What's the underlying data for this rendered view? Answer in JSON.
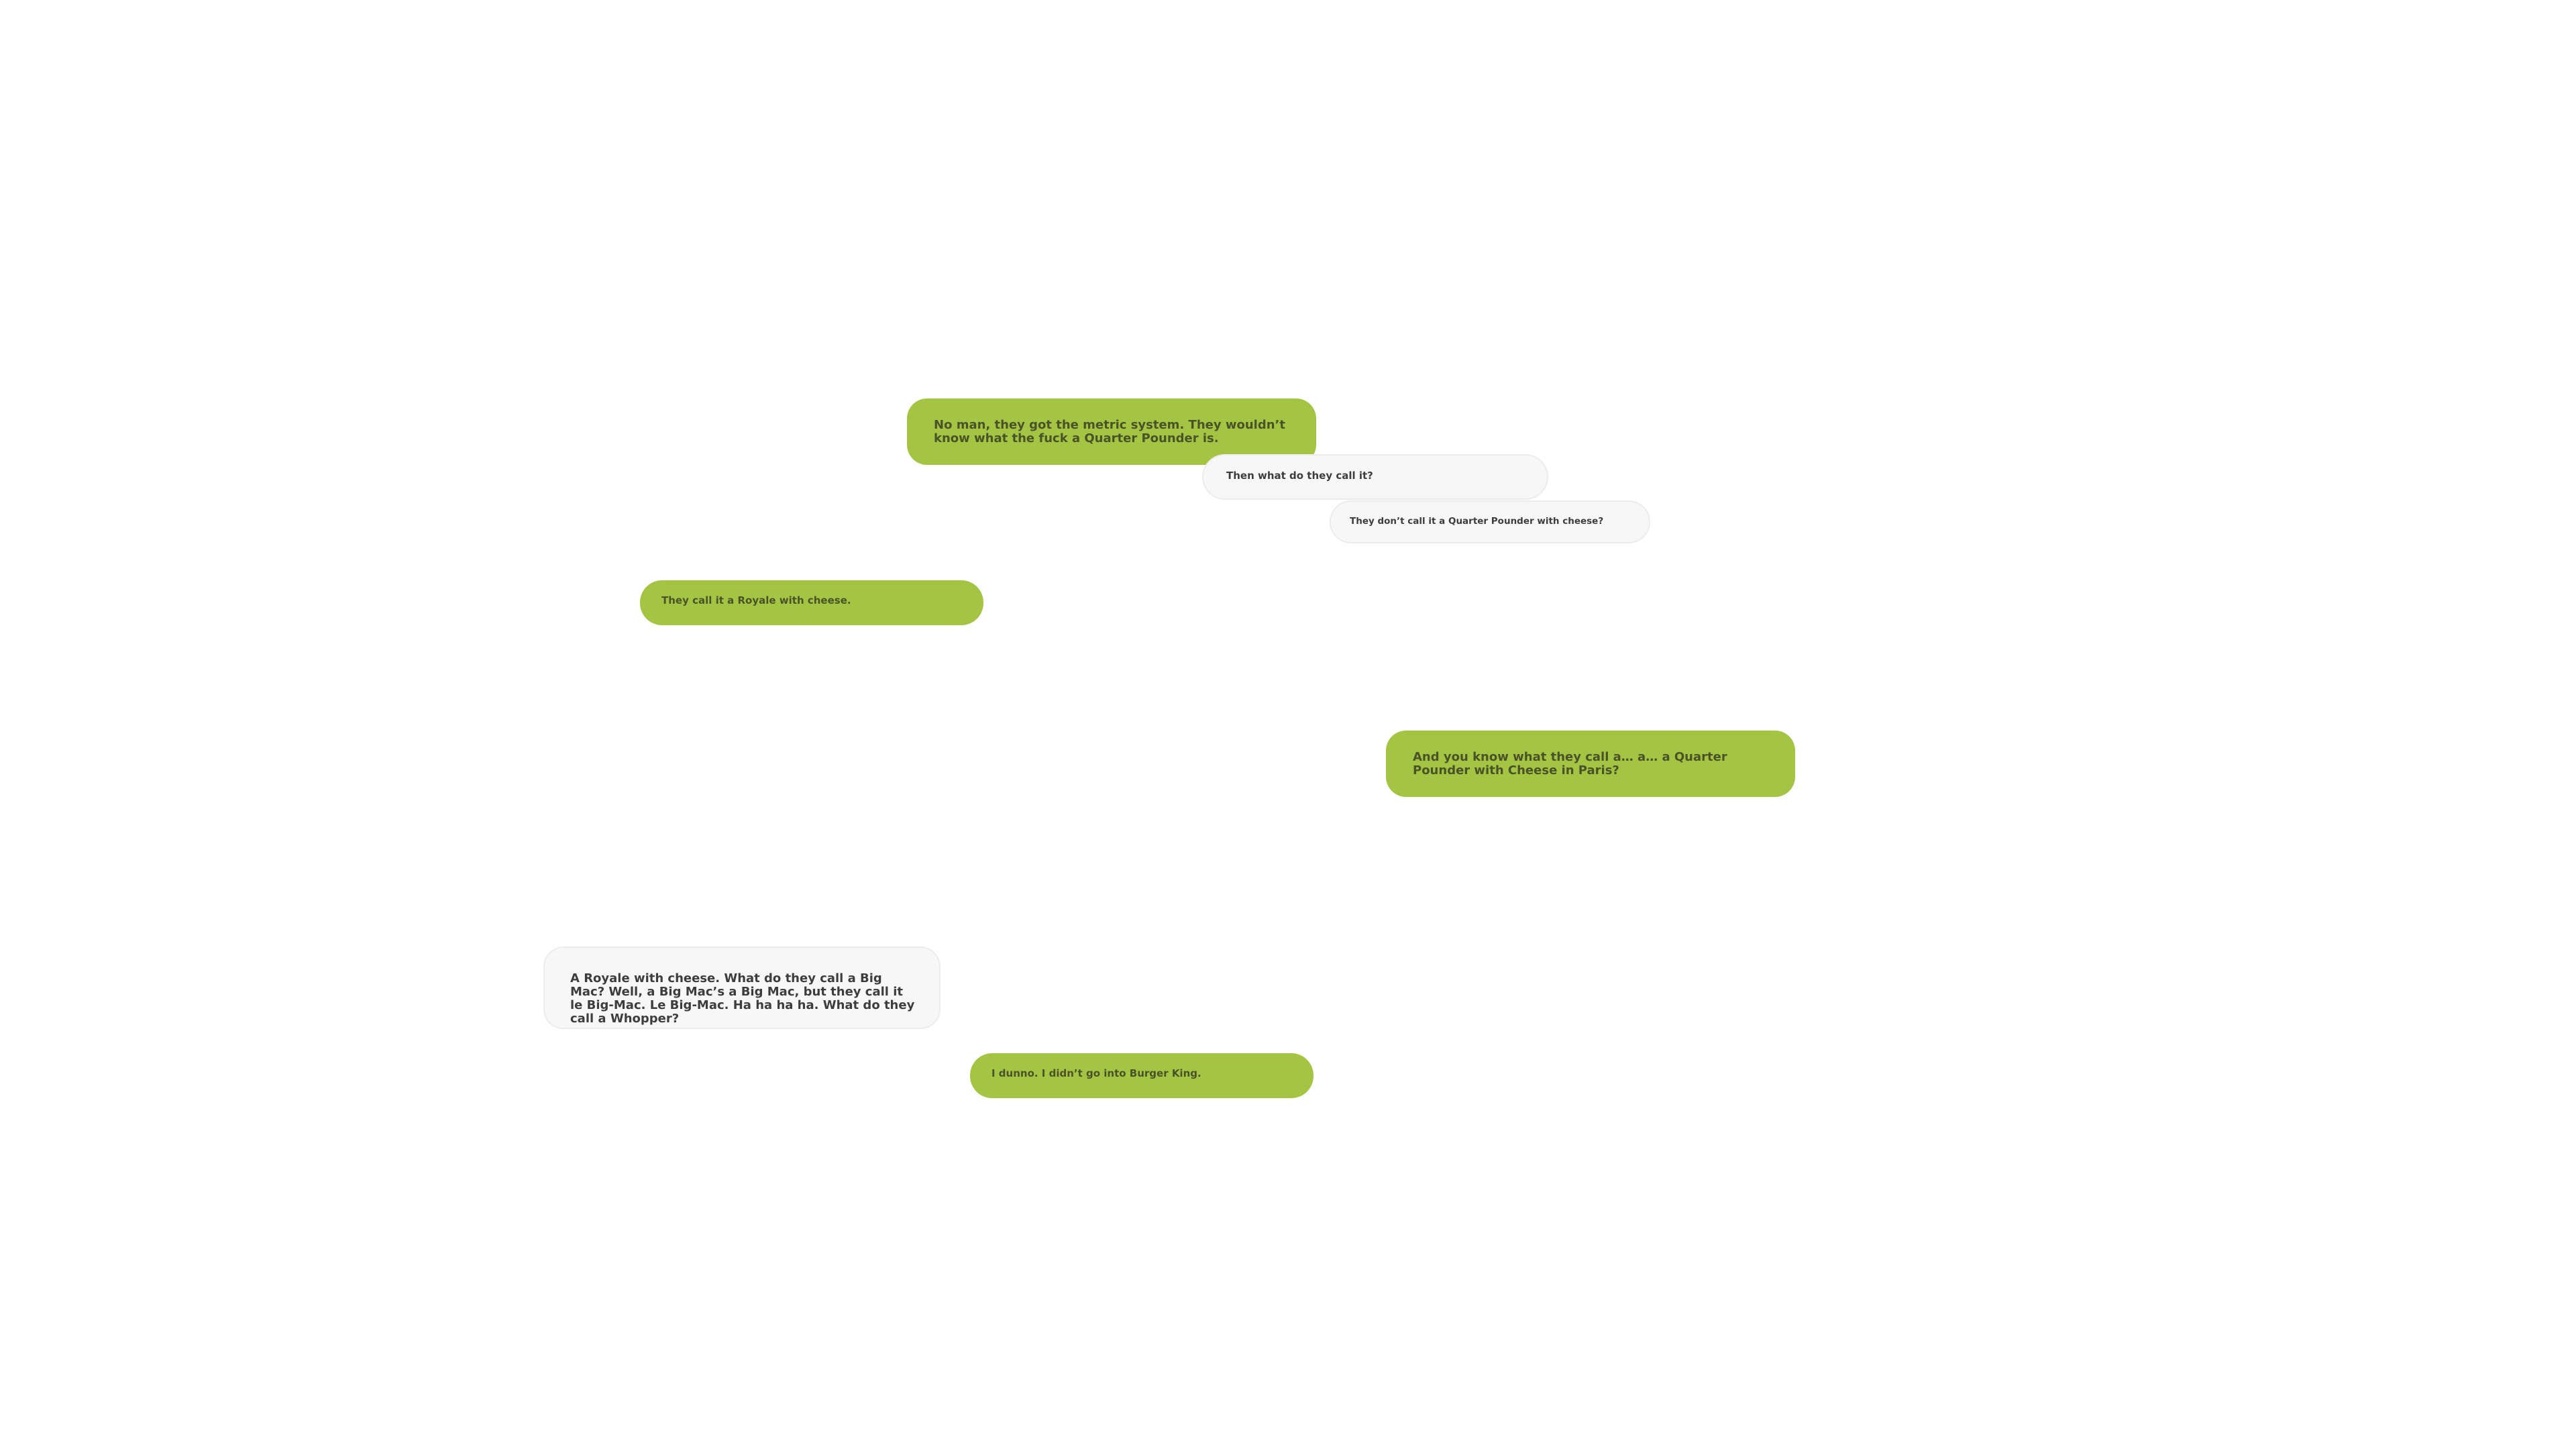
{
  "messages": [
    {
      "style": "green",
      "text": "No man, they got the metric system. They wouldn’t know what the fuck a Quarter Pounder is."
    },
    {
      "style": "white",
      "text": "Then what do they call it?"
    },
    {
      "style": "white",
      "text": "They don’t call it a Quarter Pounder with cheese?"
    },
    {
      "style": "green",
      "text": "They call it a Royale with cheese."
    },
    {
      "style": "green",
      "text": "And you know what they call a… a… a Quarter Pounder with Cheese in Paris?"
    },
    {
      "style": "white",
      "text": "A Royale with cheese. What do they call a Big Mac? Well, a Big Mac’s a Big Mac, but they call it le Big-Mac. Le Big-Mac. Ha ha ha ha. What do they call a Whopper?"
    },
    {
      "style": "green",
      "text": "I dunno. I didn’t go into Burger King."
    }
  ],
  "colors": {
    "green_bubble": "#a4c543",
    "white_bubble": "#f7f7f7",
    "text": "#4d4d4d"
  }
}
